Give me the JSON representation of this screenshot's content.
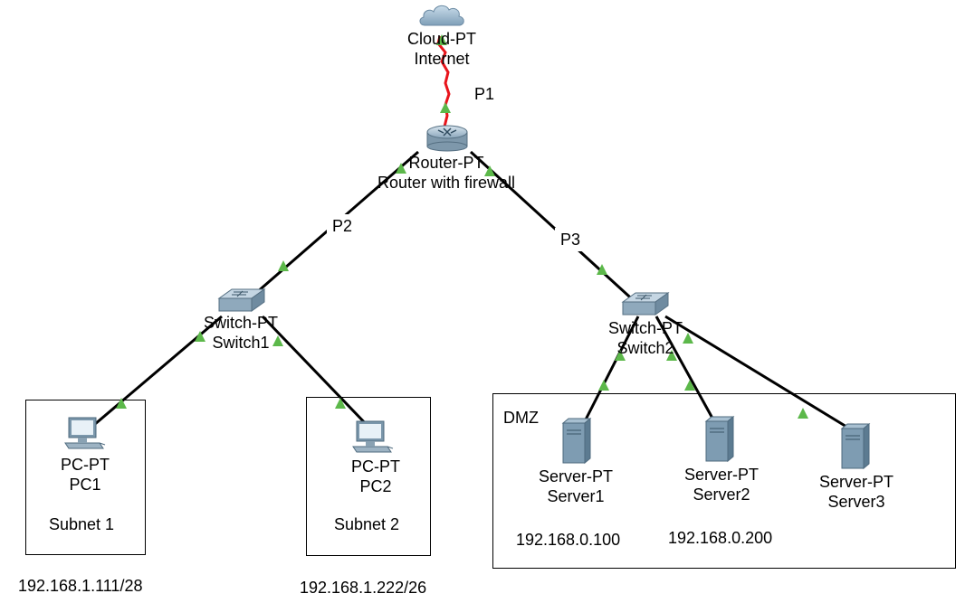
{
  "devices": {
    "cloud": {
      "type": "Cloud-PT",
      "name": "Internet"
    },
    "router": {
      "type": "Router-PT",
      "name": "Router with firewall"
    },
    "switch1": {
      "type": "Switch-PT",
      "name": "Switch1"
    },
    "switch2": {
      "type": "Switch-PT",
      "name": "Switch2"
    },
    "pc1": {
      "type": "PC-PT",
      "name": "PC1"
    },
    "pc2": {
      "type": "PC-PT",
      "name": "PC2"
    },
    "server1": {
      "type": "Server-PT",
      "name": "Server1"
    },
    "server2": {
      "type": "Server-PT",
      "name": "Server2"
    },
    "server3": {
      "type": "Server-PT",
      "name": "Server3"
    }
  },
  "links": {
    "p1": "P1",
    "p2": "P2",
    "p3": "P3"
  },
  "zones": {
    "subnet1": "Subnet 1",
    "subnet2": "Subnet 2",
    "dmz": "DMZ"
  },
  "addresses": {
    "pc1": "192.168.1.111/28",
    "pc2": "192.168.1.222/26",
    "server1": "192.168.0.100",
    "server2": "192.168.0.200"
  },
  "colors": {
    "wan_link": "#e8141b",
    "lan_link": "#000000",
    "port_up": "#5cb84a"
  }
}
